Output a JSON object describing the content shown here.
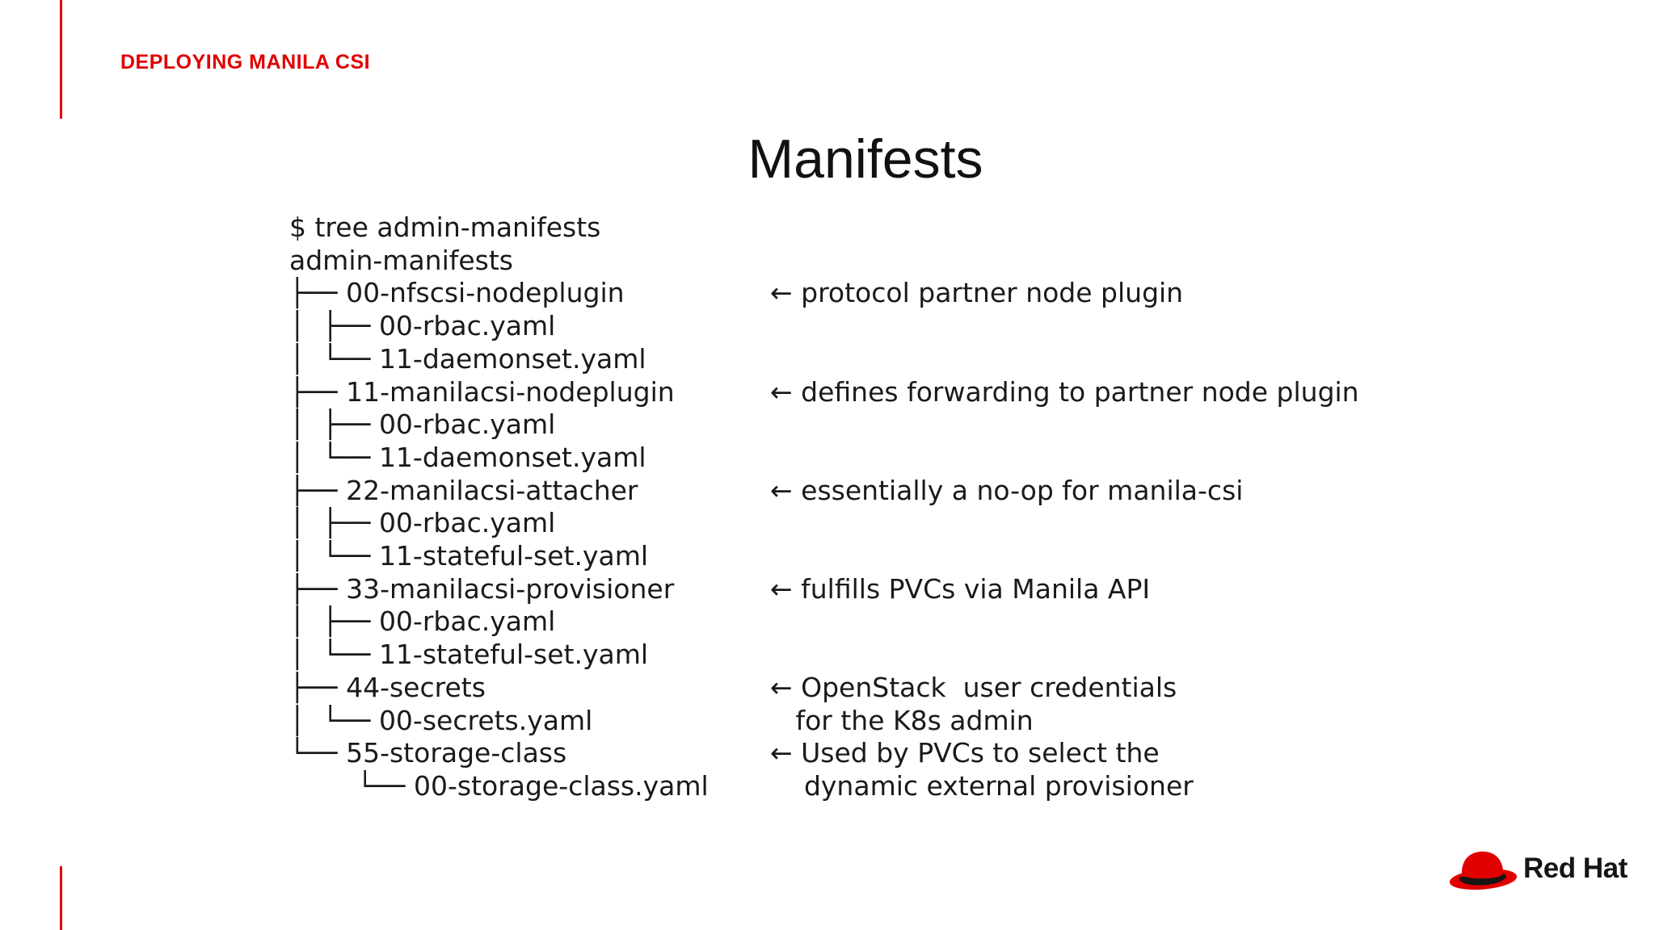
{
  "header": {
    "eyebrow": "DEPLOYING MANILA CSI",
    "title": "Manifests"
  },
  "terminal": {
    "rows": [
      {
        "tree": "$ tree admin-manifests",
        "note": ""
      },
      {
        "tree": "admin-manifests",
        "note": ""
      },
      {
        "tree": "├── 00-nfscsi-nodeplugin",
        "note": "← protocol partner node plugin"
      },
      {
        "tree": "│  ├── 00-rbac.yaml",
        "note": ""
      },
      {
        "tree": "│  └── 11-daemonset.yaml",
        "note": ""
      },
      {
        "tree": "├── 11-manilacsi-nodeplugin",
        "note": "← defines forwarding to partner node plugin"
      },
      {
        "tree": "│  ├── 00-rbac.yaml",
        "note": ""
      },
      {
        "tree": "│  └── 11-daemonset.yaml",
        "note": ""
      },
      {
        "tree": "├── 22-manilacsi-attacher",
        "note": "← essentially a no-op for manila-csi"
      },
      {
        "tree": "│  ├── 00-rbac.yaml",
        "note": ""
      },
      {
        "tree": "│  └── 11-stateful-set.yaml",
        "note": ""
      },
      {
        "tree": "├── 33-manilacsi-provisioner",
        "note": "← fulfills PVCs via Manila API"
      },
      {
        "tree": "│  ├── 00-rbac.yaml",
        "note": ""
      },
      {
        "tree": "│  └── 11-stateful-set.yaml",
        "note": ""
      },
      {
        "tree": "├── 44-secrets",
        "note": "← OpenStack  user credentials"
      },
      {
        "tree": "│  └── 00-secrets.yaml",
        "note": "   for the K8s admin"
      },
      {
        "tree": "└── 55-storage-class",
        "note": "← Used by PVCs to select the"
      },
      {
        "tree": "        └── 00-storage-class.yaml",
        "note": "    dynamic external provisioner"
      }
    ]
  },
  "footer": {
    "logo_text": "Red Hat",
    "logo_icon": "redhat-fedora-icon"
  },
  "colors": {
    "accent_red": "#e00000",
    "text": "#151515",
    "background": "#ffffff"
  }
}
